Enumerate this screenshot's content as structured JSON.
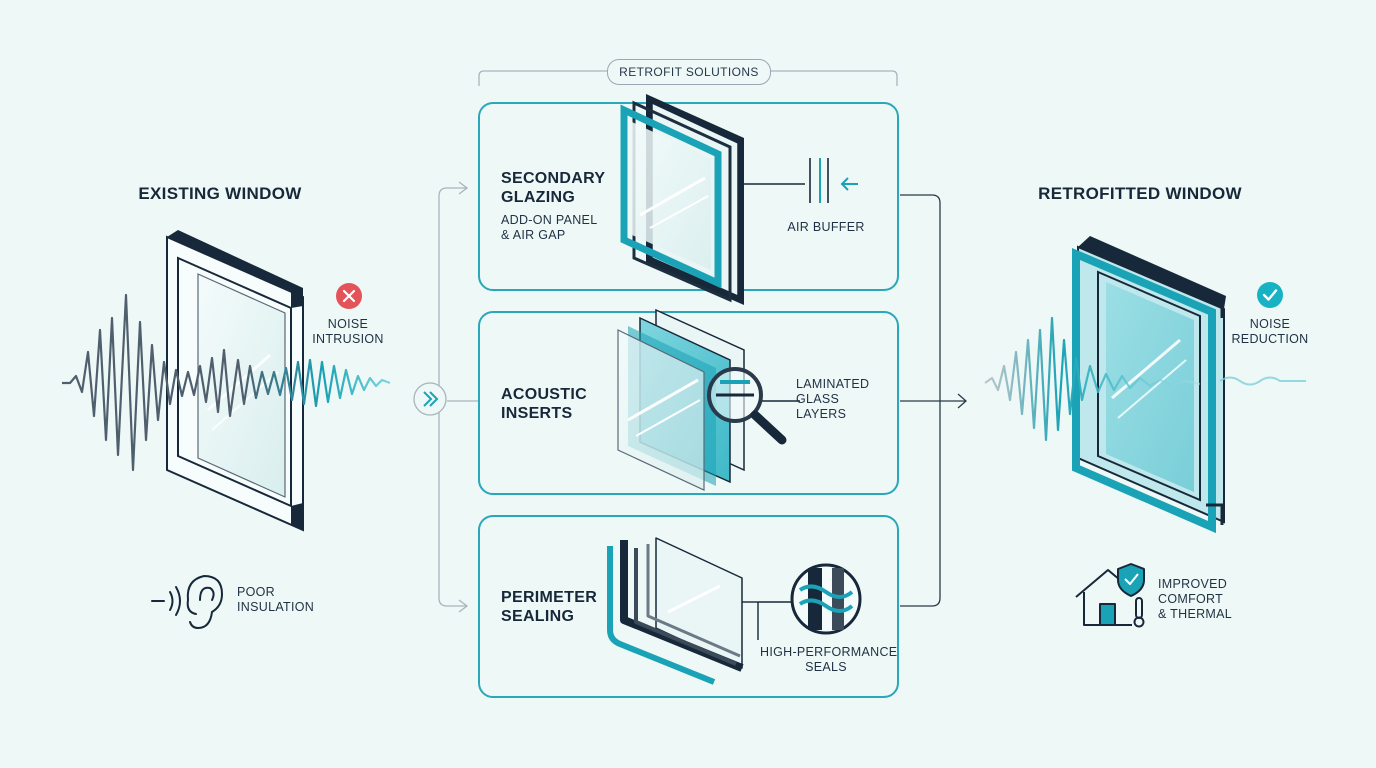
{
  "left": {
    "title": "EXISTING WINDOW",
    "status_line1": "NOISE",
    "status_line2": "INTRUSION",
    "footer_line1": "POOR",
    "footer_line2": "INSULATION"
  },
  "solutions": {
    "header": "RETROFIT SOLUTIONS",
    "cards": [
      {
        "title_line1": "SECONDARY",
        "title_line2": "GLAZING",
        "sub_line1": "ADD-ON PANEL",
        "sub_line2": "& AIR GAP",
        "callout": "AIR BUFFER"
      },
      {
        "title_line1": "ACOUSTIC",
        "title_line2": "INSERTS",
        "callout_line1": "LAMINATED",
        "callout_line2": "GLASS",
        "callout_line3": "LAYERS"
      },
      {
        "title_line1": "PERIMETER",
        "title_line2": "SEALING",
        "callout_line1": "HIGH-PERFORMANCE",
        "callout_line2": "SEALS"
      }
    ]
  },
  "right": {
    "title": "RETROFITTED WINDOW",
    "status_line1": "NOISE",
    "status_line2": "REDUCTION",
    "footer_line1": "IMPROVED",
    "footer_line2": "COMFORT",
    "footer_line3": "& THERMAL"
  },
  "colors": {
    "background": "#eef8f6",
    "teal": "#1aa3b6",
    "navy": "#17283a",
    "error": "#e5535a",
    "success": "#17b3c4"
  },
  "icons": [
    "x-circle-icon",
    "check-circle-icon",
    "ear-icon",
    "house-shield-icon",
    "magnifier-icon",
    "chevron-right-icon"
  ]
}
